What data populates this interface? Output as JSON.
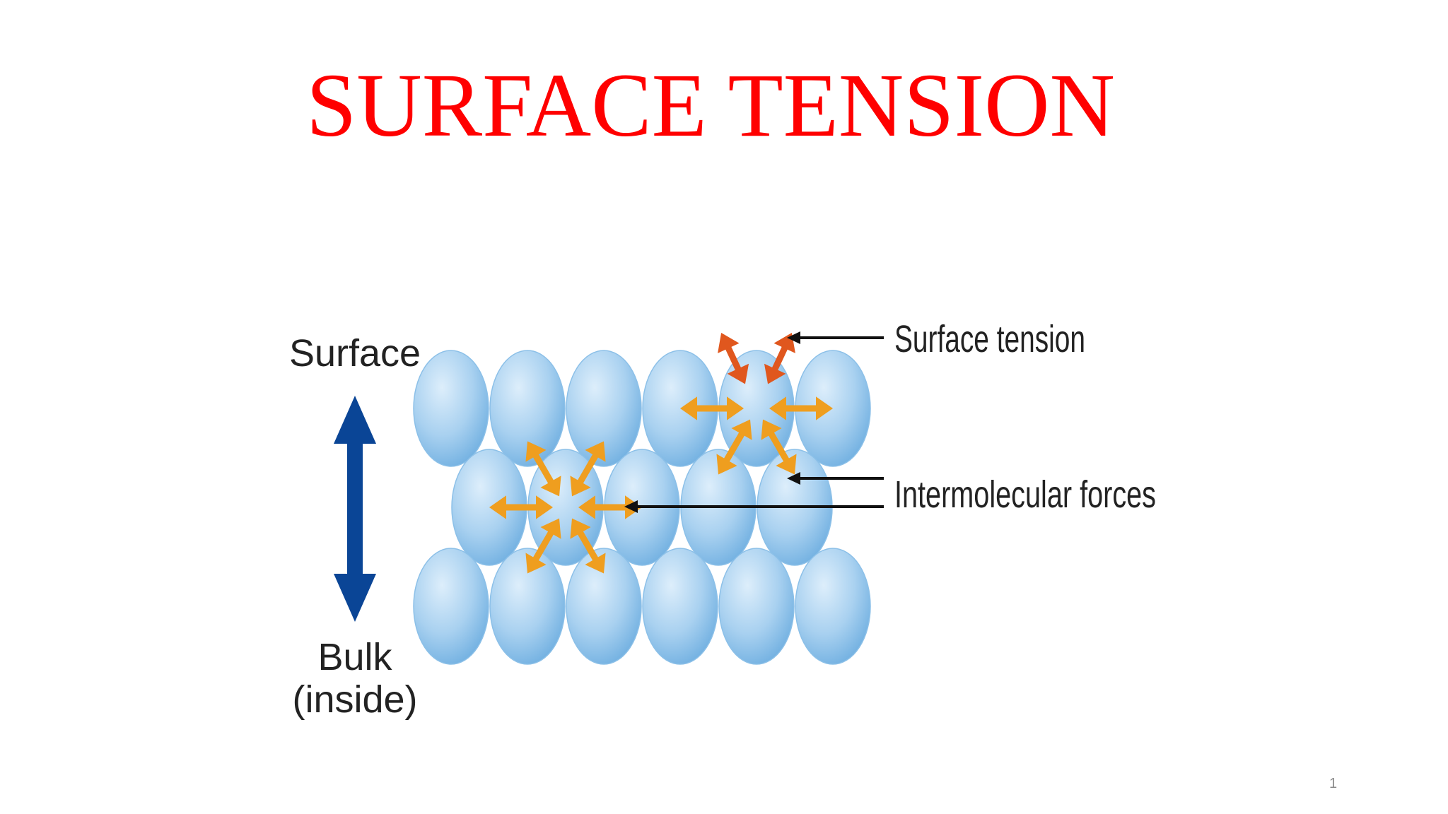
{
  "slide": {
    "title": "SURFACE TENSION",
    "page_number": "1"
  },
  "diagram": {
    "labels": {
      "surface": "Surface",
      "bulk": "Bulk",
      "inside": "(inside)",
      "surface_tension": "Surface tension",
      "intermolecular_forces": "Intermolecular forces"
    },
    "colors": {
      "molecule_light": "#ddeefb",
      "molecule_mid": "#a9d1f0",
      "molecule_dark": "#6eaee0",
      "bulk_arrow": "#0a4596",
      "force_arrow": "#ef9e1f",
      "tension_arrow": "#e0571e",
      "pointer_arrow": "#111111"
    }
  }
}
